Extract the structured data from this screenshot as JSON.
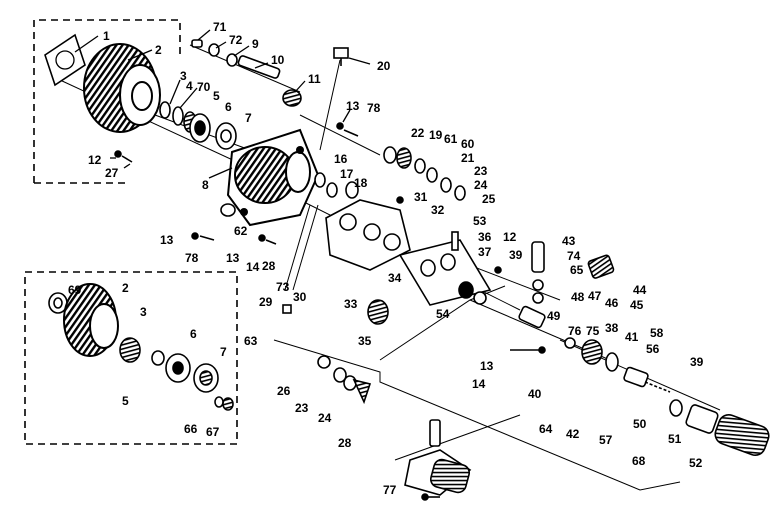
{
  "diagram": {
    "type": "exploded-parts-diagram",
    "subject": "pressure washer pump assembly",
    "labels": [
      "1",
      "2",
      "3",
      "4",
      "5",
      "6",
      "7",
      "8",
      "9",
      "10",
      "11",
      "12",
      "13",
      "14",
      "16",
      "17",
      "18",
      "19",
      "20",
      "21",
      "22",
      "23",
      "24",
      "25",
      "26",
      "27",
      "28",
      "29",
      "30",
      "31",
      "32",
      "33",
      "34",
      "35",
      "36",
      "37",
      "38",
      "39",
      "40",
      "41",
      "42",
      "43",
      "44",
      "45",
      "46",
      "47",
      "48",
      "49",
      "50",
      "51",
      "52",
      "53",
      "54",
      "56",
      "57",
      "58",
      "60",
      "61",
      "62",
      "63",
      "64",
      "65",
      "66",
      "67",
      "68",
      "69",
      "70",
      "71",
      "72",
      "73",
      "74",
      "75",
      "76",
      "77",
      "78"
    ],
    "callouts": [
      {
        "id": "c1",
        "text": "1"
      },
      {
        "id": "c2",
        "text": "2"
      },
      {
        "id": "c71",
        "text": "71"
      },
      {
        "id": "c72",
        "text": "72"
      },
      {
        "id": "c9",
        "text": "9"
      },
      {
        "id": "c10",
        "text": "10"
      },
      {
        "id": "c11",
        "text": "11"
      },
      {
        "id": "c20",
        "text": "20"
      },
      {
        "id": "c3",
        "text": "3"
      },
      {
        "id": "c4",
        "text": "4"
      },
      {
        "id": "c70",
        "text": "70"
      },
      {
        "id": "c5",
        "text": "5"
      },
      {
        "id": "c6",
        "text": "6"
      },
      {
        "id": "c7",
        "text": "7"
      },
      {
        "id": "c13a",
        "text": "13"
      },
      {
        "id": "c78a",
        "text": "78"
      },
      {
        "id": "c12a",
        "text": "12"
      },
      {
        "id": "c27",
        "text": "27"
      },
      {
        "id": "c8",
        "text": "8"
      },
      {
        "id": "c22",
        "text": "22"
      },
      {
        "id": "c19",
        "text": "19"
      },
      {
        "id": "c61",
        "text": "61"
      },
      {
        "id": "c60",
        "text": "60"
      },
      {
        "id": "c21",
        "text": "21"
      },
      {
        "id": "c23a",
        "text": "23"
      },
      {
        "id": "c24a",
        "text": "24"
      },
      {
        "id": "c25",
        "text": "25"
      },
      {
        "id": "c16",
        "text": "16"
      },
      {
        "id": "c17",
        "text": "17"
      },
      {
        "id": "c18",
        "text": "18"
      },
      {
        "id": "c31",
        "text": "31"
      },
      {
        "id": "c32",
        "text": "32"
      },
      {
        "id": "c62",
        "text": "62"
      },
      {
        "id": "c13b",
        "text": "13"
      },
      {
        "id": "c78b",
        "text": "78"
      },
      {
        "id": "c13c",
        "text": "13"
      },
      {
        "id": "c14a",
        "text": "14"
      },
      {
        "id": "c28a",
        "text": "28"
      },
      {
        "id": "c53",
        "text": "53"
      },
      {
        "id": "c36",
        "text": "36"
      },
      {
        "id": "c12b",
        "text": "12"
      },
      {
        "id": "c43",
        "text": "43"
      },
      {
        "id": "c39a",
        "text": "39"
      },
      {
        "id": "c37",
        "text": "37"
      },
      {
        "id": "c74",
        "text": "74"
      },
      {
        "id": "c65",
        "text": "65"
      },
      {
        "id": "c44",
        "text": "44"
      },
      {
        "id": "c48",
        "text": "48"
      },
      {
        "id": "c47",
        "text": "47"
      },
      {
        "id": "c46",
        "text": "46"
      },
      {
        "id": "c45",
        "text": "45"
      },
      {
        "id": "c49",
        "text": "49"
      },
      {
        "id": "c34",
        "text": "34"
      },
      {
        "id": "c29",
        "text": "29"
      },
      {
        "id": "c73",
        "text": "73"
      },
      {
        "id": "c30",
        "text": "30"
      },
      {
        "id": "c33",
        "text": "33"
      },
      {
        "id": "c54",
        "text": "54"
      },
      {
        "id": "c69",
        "text": "69"
      },
      {
        "id": "c2b",
        "text": "2"
      },
      {
        "id": "c3b",
        "text": "3"
      },
      {
        "id": "c6b",
        "text": "6"
      },
      {
        "id": "c7b",
        "text": "7"
      },
      {
        "id": "c5b",
        "text": "5"
      },
      {
        "id": "c66",
        "text": "66"
      },
      {
        "id": "c67",
        "text": "67"
      },
      {
        "id": "c63",
        "text": "63"
      },
      {
        "id": "c35",
        "text": "35"
      },
      {
        "id": "c26",
        "text": "26"
      },
      {
        "id": "c23b",
        "text": "23"
      },
      {
        "id": "c24b",
        "text": "24"
      },
      {
        "id": "c28b",
        "text": "28"
      },
      {
        "id": "c13d",
        "text": "13"
      },
      {
        "id": "c14b",
        "text": "14"
      },
      {
        "id": "c40",
        "text": "40"
      },
      {
        "id": "c64",
        "text": "64"
      },
      {
        "id": "c76",
        "text": "76"
      },
      {
        "id": "c75",
        "text": "75"
      },
      {
        "id": "c38",
        "text": "38"
      },
      {
        "id": "c41",
        "text": "41"
      },
      {
        "id": "c58",
        "text": "58"
      },
      {
        "id": "c56",
        "text": "56"
      },
      {
        "id": "c39b",
        "text": "39"
      },
      {
        "id": "c42",
        "text": "42"
      },
      {
        "id": "c57",
        "text": "57"
      },
      {
        "id": "c50",
        "text": "50"
      },
      {
        "id": "c68",
        "text": "68"
      },
      {
        "id": "c51",
        "text": "51"
      },
      {
        "id": "c52",
        "text": "52"
      },
      {
        "id": "c77",
        "text": "77"
      }
    ]
  },
  "colors": {
    "ink": "#000000",
    "paper": "#ffffff"
  }
}
